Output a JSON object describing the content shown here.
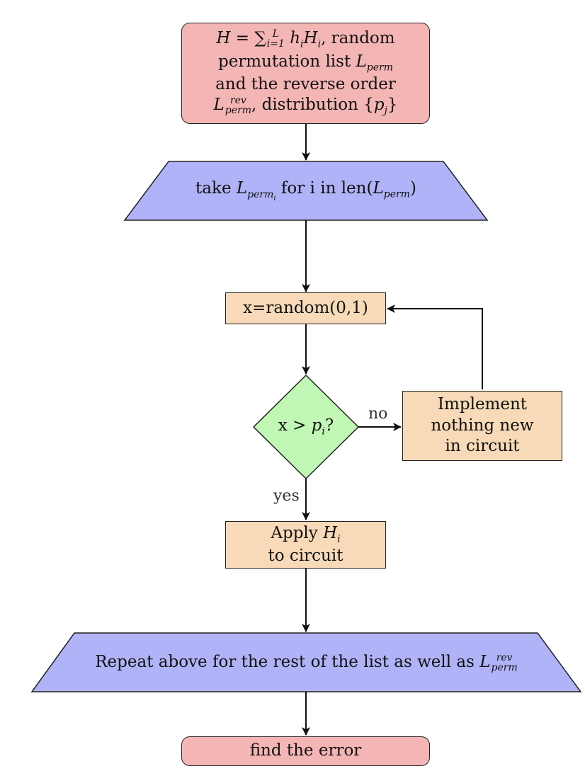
{
  "nodes": {
    "start": {
      "line1_H": "H",
      "line1_eq": " = ∑",
      "line1_sup": "L",
      "line1_sub": "i=1",
      "line1_term": " h",
      "line1_term_sub": "i",
      "line1_term2": "H",
      "line1_term2_sub": "i",
      "line1_tail": ", random",
      "line2_pre": "permutation list ",
      "line2_L": "L",
      "line2_sub": "perm",
      "line3": "and the reverse order",
      "line4_L": "L",
      "line4_sup": "rev",
      "line4_sub": "perm",
      "line4_tail": ", distribution {",
      "line4_p": "p",
      "line4_psub": "j",
      "line4_close": "}"
    },
    "take": {
      "pre": "take ",
      "L": "L",
      "sub": "perm",
      "subsub": "i",
      "mid": " for i in len(",
      "L2": "L",
      "sub2": "perm",
      "close": ")"
    },
    "random": {
      "label": "x=random(0,1)"
    },
    "decision": {
      "pre": "x > ",
      "p": "p",
      "psub": "i",
      "post": "?"
    },
    "nothing": {
      "line1": "Implement",
      "line2": "nothing new",
      "line3": "in circuit"
    },
    "apply": {
      "pre": "Apply ",
      "H": "H",
      "Hsub": "i",
      "line2": "to circuit"
    },
    "repeat": {
      "pre": "Repeat above for the rest of the list as well as ",
      "L": "L",
      "sup": "rev",
      "sub": "perm"
    },
    "end": {
      "label": "find the error"
    }
  },
  "edges": {
    "no_label": "no",
    "yes_label": "yes"
  },
  "colors": {
    "terminal": "#f4b5b5",
    "io": "#b0b3f7",
    "process": "#f8dab8",
    "decision": "#c1f7b4"
  }
}
